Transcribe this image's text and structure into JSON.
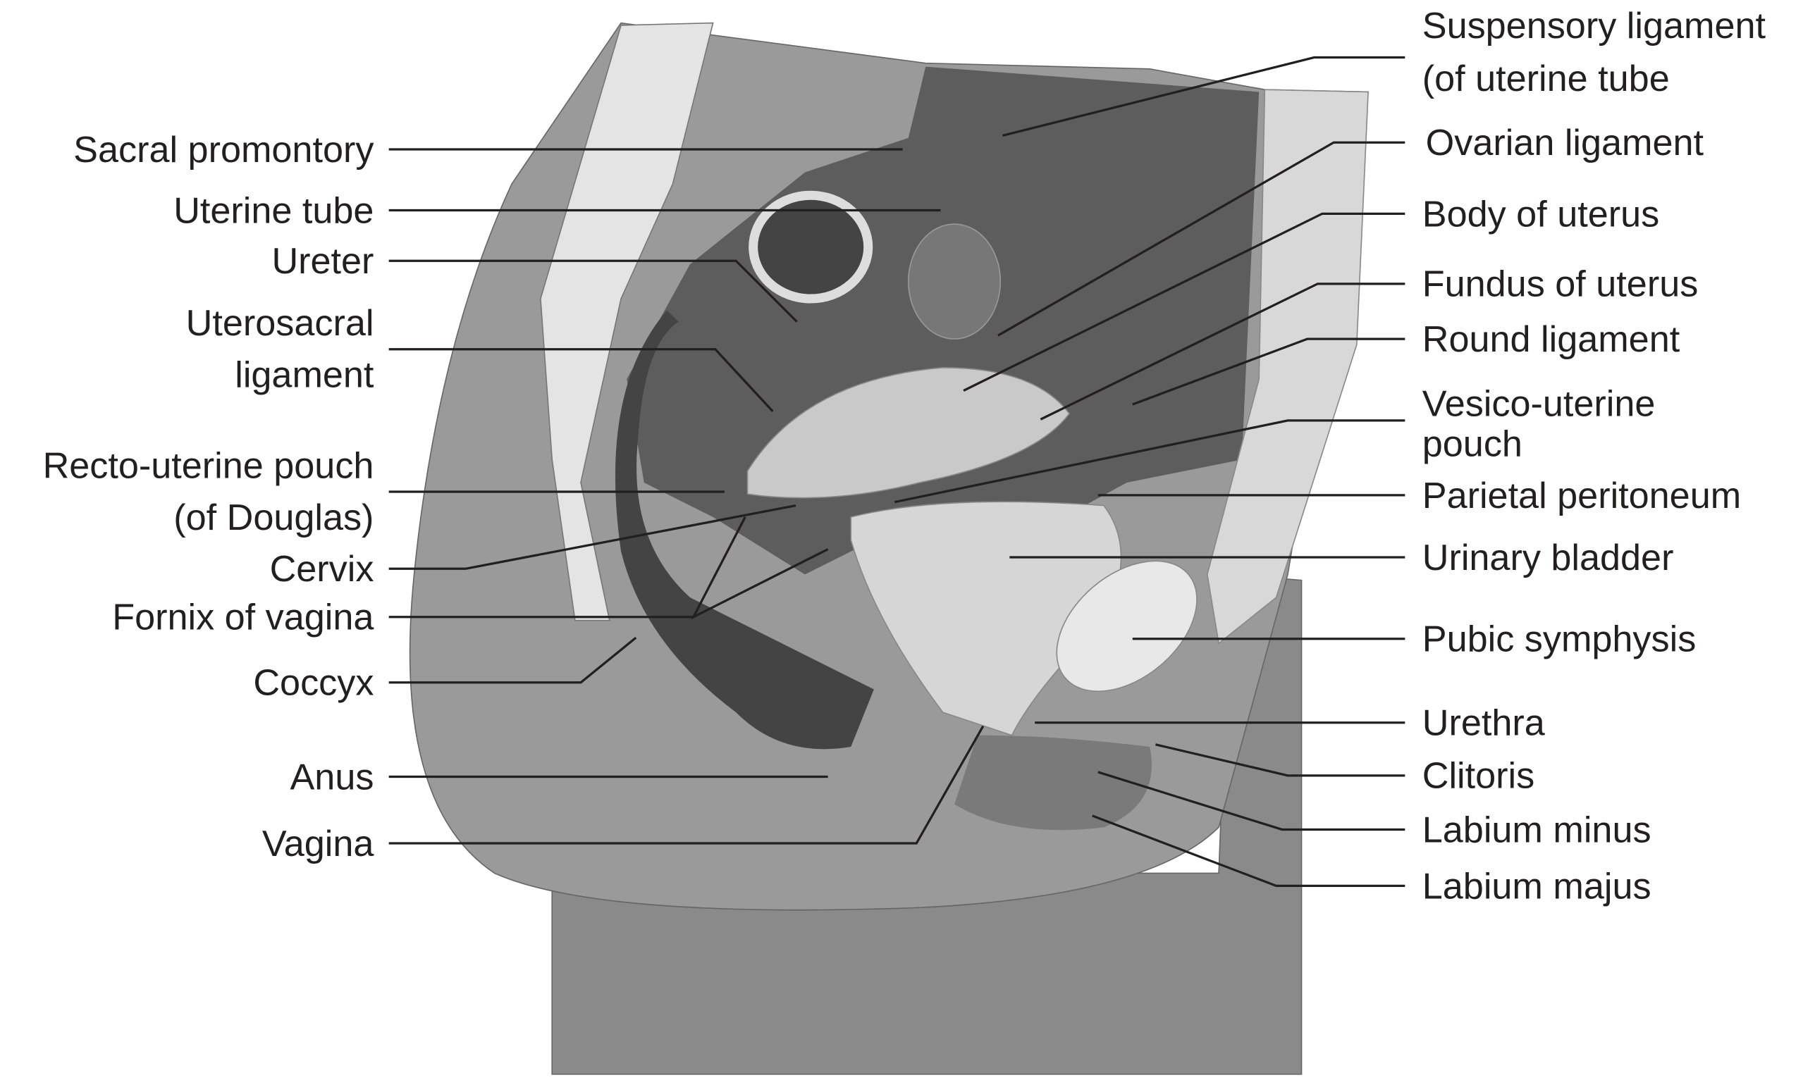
{
  "left_labels": {
    "sacral_promontory": "Sacral promontory",
    "uterine_tube": "Uterine tube",
    "ureter": "Ureter",
    "uterosacral_1": "Uterosacral",
    "uterosacral_2": "ligament",
    "recto_uterine_1": "Recto-uterine pouch",
    "recto_uterine_2": "(of Douglas)",
    "cervix": "Cervix",
    "fornix": "Fornix of vagina",
    "coccyx": "Coccyx",
    "anus": "Anus",
    "vagina": "Vagina"
  },
  "right_labels": {
    "suspensory_1": "Suspensory ligament",
    "suspensory_2": "(of uterine tube",
    "ovarian_ligament": "Ovarian ligament",
    "body_of_uterus": "Body of uterus",
    "fundus_of_uterus": "Fundus of uterus",
    "round_ligament": "Round ligament",
    "vesico_uterine_1": "Vesico-uterine",
    "vesico_uterine_2": "pouch",
    "parietal_peritoneum": "Parietal peritoneum",
    "urinary_bladder": "Urinary bladder",
    "pubic_symphysis": "Pubic symphysis",
    "urethra": "Urethra",
    "clitoris": "Clitoris",
    "labium_minus": "Labium minus",
    "labium_majus": "Labium majus"
  }
}
